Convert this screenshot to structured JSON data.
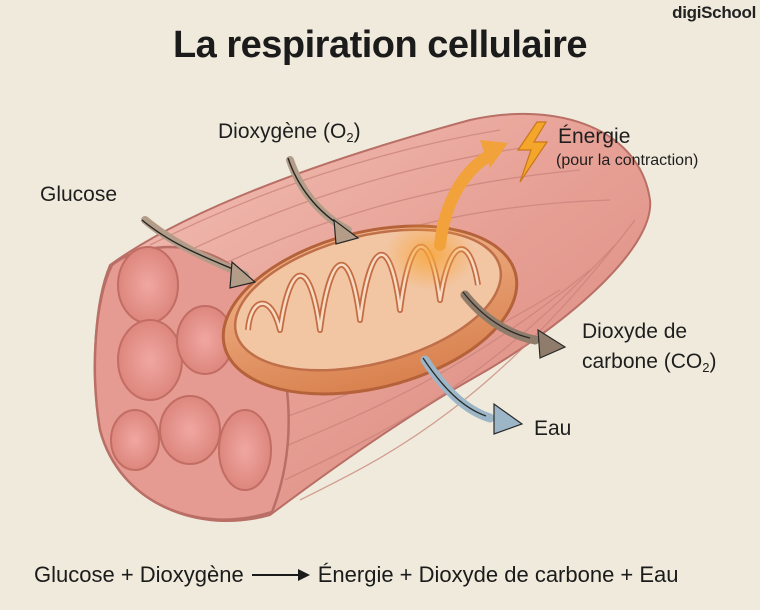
{
  "brand": "digiSchool",
  "title": "La respiration cellulaire",
  "labels": {
    "glucose": "Glucose",
    "dioxygene_prefix": "Dioxygène (O",
    "dioxygene_sub": "2",
    "dioxygene_suffix": ")",
    "energie": "Énergie",
    "energie_note": "(pour la contraction)",
    "co2_line1": "Dioxyde de",
    "co2_line2_prefix": "carbone (CO",
    "co2_sub": "2",
    "co2_suffix": ")",
    "eau": "Eau"
  },
  "equation": {
    "reactants": "Glucose + Dioxygène",
    "products": "Énergie + Dioxyde de carbone + Eau"
  },
  "icons": [
    "lightning-icon"
  ],
  "colors": {
    "background": "#efeadb",
    "muscle": "#e9a49a",
    "mitochondria": "#e8986d",
    "energy_arrow": "#f2a23a",
    "co2_arrow": "#8f7c6a",
    "water_arrow": "#9cb6c8",
    "input_arrow": "#b39d88"
  }
}
